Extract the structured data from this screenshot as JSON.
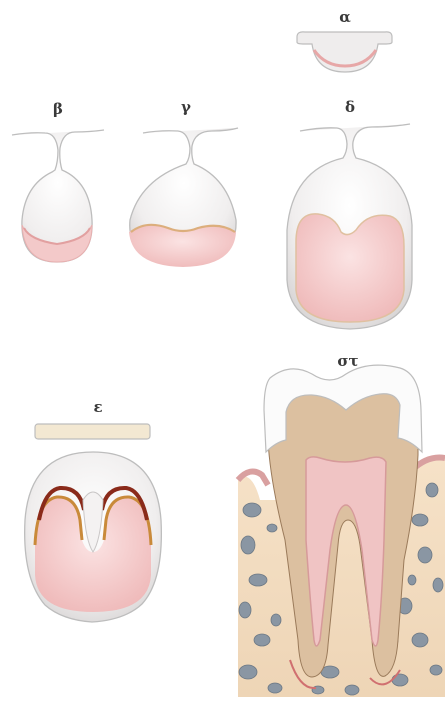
{
  "stages": {
    "alpha": {
      "label": "α"
    },
    "beta": {
      "label": "β"
    },
    "gamma": {
      "label": "γ"
    },
    "delta": {
      "label": "δ"
    },
    "epsilon": {
      "label": "ε"
    },
    "sigma_tau": {
      "label": "στ"
    }
  },
  "colors": {
    "outline": "#bdbdbd",
    "enamel_organ": "#f1efef",
    "dental_papilla": "#f3c9c9",
    "cervical_loop": "#e8a8a8",
    "enamel": "#fbfbfb",
    "dentin": "#dcc0a0",
    "pulp": "#f0c4c4",
    "bone": "#f4dfc7",
    "bone_holes": "#8a96a3",
    "gum": "#d9a0a0",
    "dentin_dark": "#8a2a1a",
    "dentin_light": "#c98a3a"
  }
}
